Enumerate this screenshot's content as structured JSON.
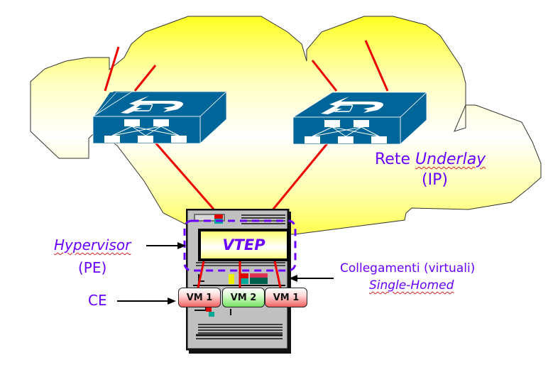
{
  "diagram": {
    "colors": {
      "cloud_top": "#ffff30",
      "cloud_bottom": "#ffffff",
      "switch_blue": "#006699",
      "link_red": "#ee0000",
      "label_purple": "#6a00ff",
      "server_gray": "#c0c0c0",
      "vm_red": "#f06060",
      "vm_green": "#74e060",
      "dashed_purple": "#6a00ff"
    },
    "network": {
      "label_prefix": "Rete",
      "label_italic": "Underlay",
      "label_sub": "(IP)"
    },
    "switches": [
      {
        "name": "switch-left",
        "icon": "ip-switch-icon"
      },
      {
        "name": "switch-right",
        "icon": "ip-switch-icon"
      }
    ],
    "vtep": {
      "label": "VTEP"
    },
    "hypervisor": {
      "label_italic": "Hypervisor",
      "label_sub": "(PE)"
    },
    "ce": {
      "label": "CE"
    },
    "links_note": {
      "line1": "Collegamenti (virtuali)",
      "line2": "Single-Homed"
    },
    "vms": [
      {
        "label": "VM 1",
        "color": "red"
      },
      {
        "label": "VM 2",
        "color": "green"
      },
      {
        "label": "VM 1",
        "color": "red"
      }
    ]
  }
}
